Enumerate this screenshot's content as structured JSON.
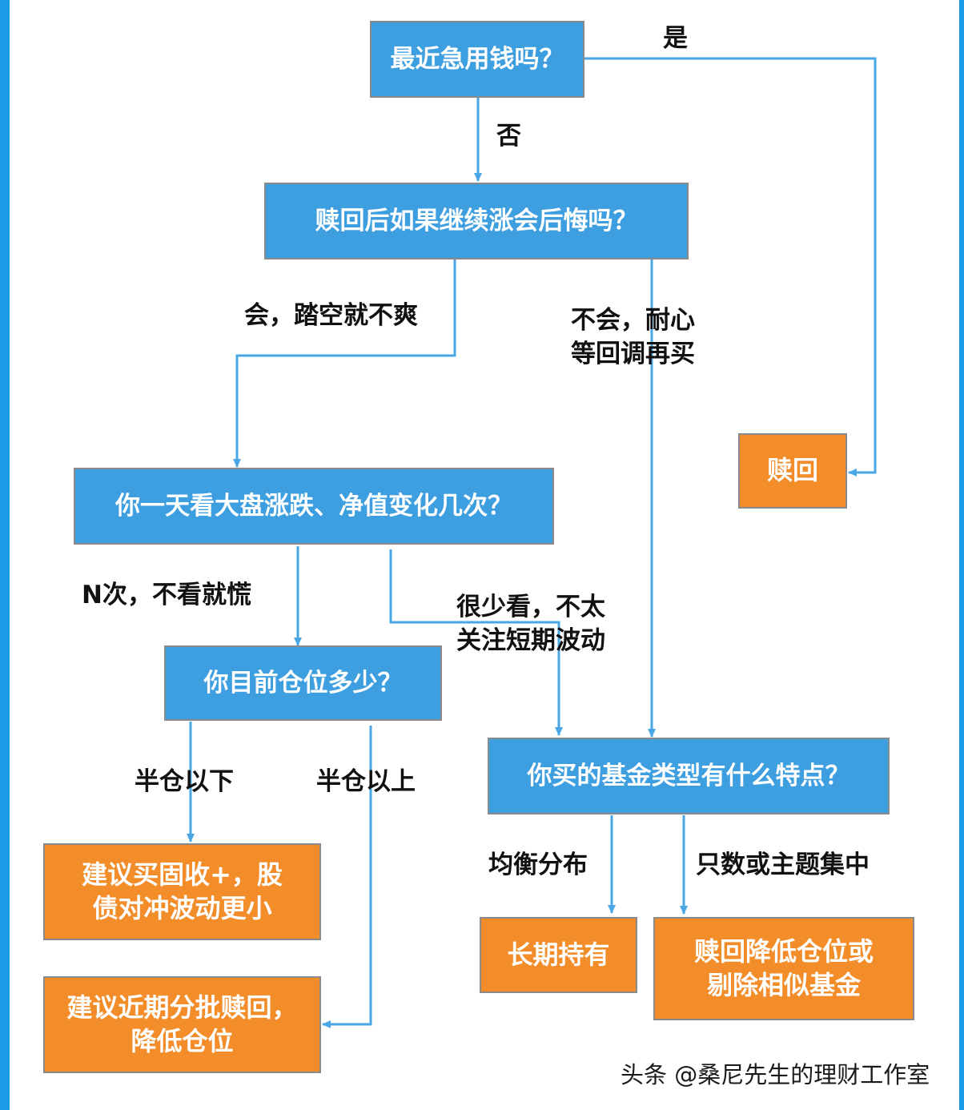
{
  "nodes": {
    "q_need_money": "最近急用钱吗？",
    "q_regret": "赎回后如果继续涨会后悔吗？",
    "q_check_freq": "你一天看大盘涨跌、净值变化几次？",
    "q_position": "你目前仓位多少？",
    "q_fund_type": "你买的基金类型有什么特点？",
    "r_redeem": "赎回",
    "r_fixed_income": "建议买固收+，股\n债对冲波动更小",
    "r_batch_redeem": "建议近期分批赎回，\n降低仓位",
    "r_long_hold": "长期持有",
    "r_reduce_similar": "赎回降低仓位或\n剔除相似基金"
  },
  "labels": {
    "yes": "是",
    "no": "否",
    "regret_yes": "会，踏空就不爽",
    "regret_no": "不会，耐心\n等回调再买",
    "freq_many": "N次，不看就慌",
    "freq_few": "很少看，不太\n关注短期波动",
    "below_half": "半仓以下",
    "above_half": "半仓以上",
    "balanced": "均衡分布",
    "concentrated": "只数或主题集中"
  },
  "watermark": "头条 @桑尼先生的理财工作室",
  "colors": {
    "question": "#3d9ee0",
    "result": "#f28d2a",
    "connector": "#4aa7e6",
    "frame": "#1a9be8"
  }
}
